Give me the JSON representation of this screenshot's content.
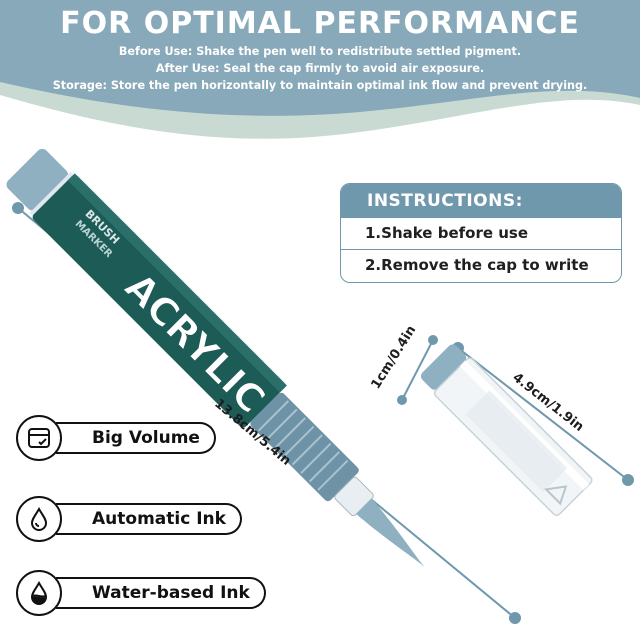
{
  "header": {
    "title": "FOR OPTIMAL PERFORMANCE",
    "notes": [
      "Before Use: Shake the pen well to redistribute settled pigment.",
      "After Use: Seal the cap firmly to avoid air exposure.",
      "Storage: Store the pen horizontally to maintain optimal ink flow and prevent drying."
    ]
  },
  "instructions": {
    "heading": "INSTRUCTIONS:",
    "steps": [
      "1.Shake before use",
      "2.Remove the cap to write"
    ]
  },
  "features": [
    {
      "label": "Big Volume",
      "icon": "volume-card-icon"
    },
    {
      "label": "Automatic Ink",
      "icon": "ink-drop-icon"
    },
    {
      "label": "Water-based Ink",
      "icon": "water-drop-icon"
    }
  ],
  "pen": {
    "barrel_text": "ACRYLIC",
    "sub_text_1": "BRUSH",
    "sub_text_2": "MARKER"
  },
  "dimensions": {
    "pen_length": "13.8cm/5.4in",
    "cap_width": "1cm/0.4in",
    "cap_length": "4.9cm/1.9in"
  },
  "colors": {
    "accent": "#6f98ad",
    "band": "#88a9ba",
    "band_light": "#c9dad2",
    "pen_body": "#1d5b57",
    "pen_tip": "#8eb0c0"
  }
}
